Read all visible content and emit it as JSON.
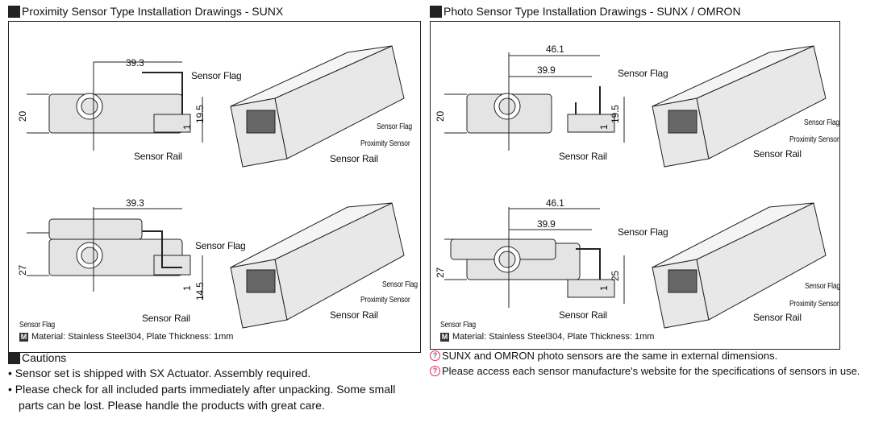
{
  "left": {
    "title": "Proximity Sensor Type Installation Drawings - SUNX",
    "top": {
      "width": "39.3",
      "flag": "Sensor Flag",
      "height": "20",
      "gap": "1",
      "rail_h": "19.5",
      "rail": "Sensor Rail",
      "iso_flag": "Sensor Flag",
      "iso_sensor": "Proximity Sensor",
      "iso_rail": "Sensor Rail"
    },
    "bottom": {
      "width": "39.3",
      "flag": "Sensor Flag",
      "height": "27",
      "gap": "1",
      "rail_h": "14.5",
      "rail": "Sensor Rail",
      "iso_flag": "Sensor Flag",
      "iso_sensor": "Proximity Sensor",
      "iso_rail": "Sensor Rail"
    },
    "footer_label": "Sensor Flag",
    "material_icon": "M",
    "material": "Material: Stainless Steel304, Plate Thickness: 1mm"
  },
  "right": {
    "title": "Photo Sensor Type Installation Drawings - SUNX / OMRON",
    "top": {
      "width_outer": "46.1",
      "width": "39.9",
      "flag": "Sensor Flag",
      "height": "20",
      "gap": "1",
      "rail_h": "19.5",
      "rail": "Sensor Rail",
      "iso_flag": "Sensor Flag",
      "iso_sensor": "Proximity Sensor",
      "iso_rail": "Sensor Rail"
    },
    "bottom": {
      "width_outer": "46.1",
      "width": "39.9",
      "flag": "Sensor Flag",
      "height": "27",
      "gap": "1",
      "rail_h": "25",
      "rail": "Sensor Rail",
      "iso_flag": "Sensor Flag",
      "iso_sensor": "Proximity Sensor",
      "iso_rail": "Sensor Rail"
    },
    "footer_label": "Sensor Flag",
    "material_icon": "M",
    "material": "Material: Stainless Steel304, Plate Thickness: 1mm"
  },
  "cautions": {
    "title": "Cautions",
    "items": [
      "Sensor set is shipped with SX Actuator. Assembly required.",
      "Please check for all included parts immediately after unpacking. Some small",
      "parts can be lost. Please handle the products with great care."
    ]
  },
  "notes": {
    "icon": "point-icon",
    "items": [
      "SUNX and OMRON photo sensors are the same in external dimensions.",
      "Please access each sensor manufacture's website for the specifications of sensors in use."
    ]
  },
  "colors": {
    "note_icon": "#d0306a",
    "part_fill": "#e4e4e4"
  }
}
